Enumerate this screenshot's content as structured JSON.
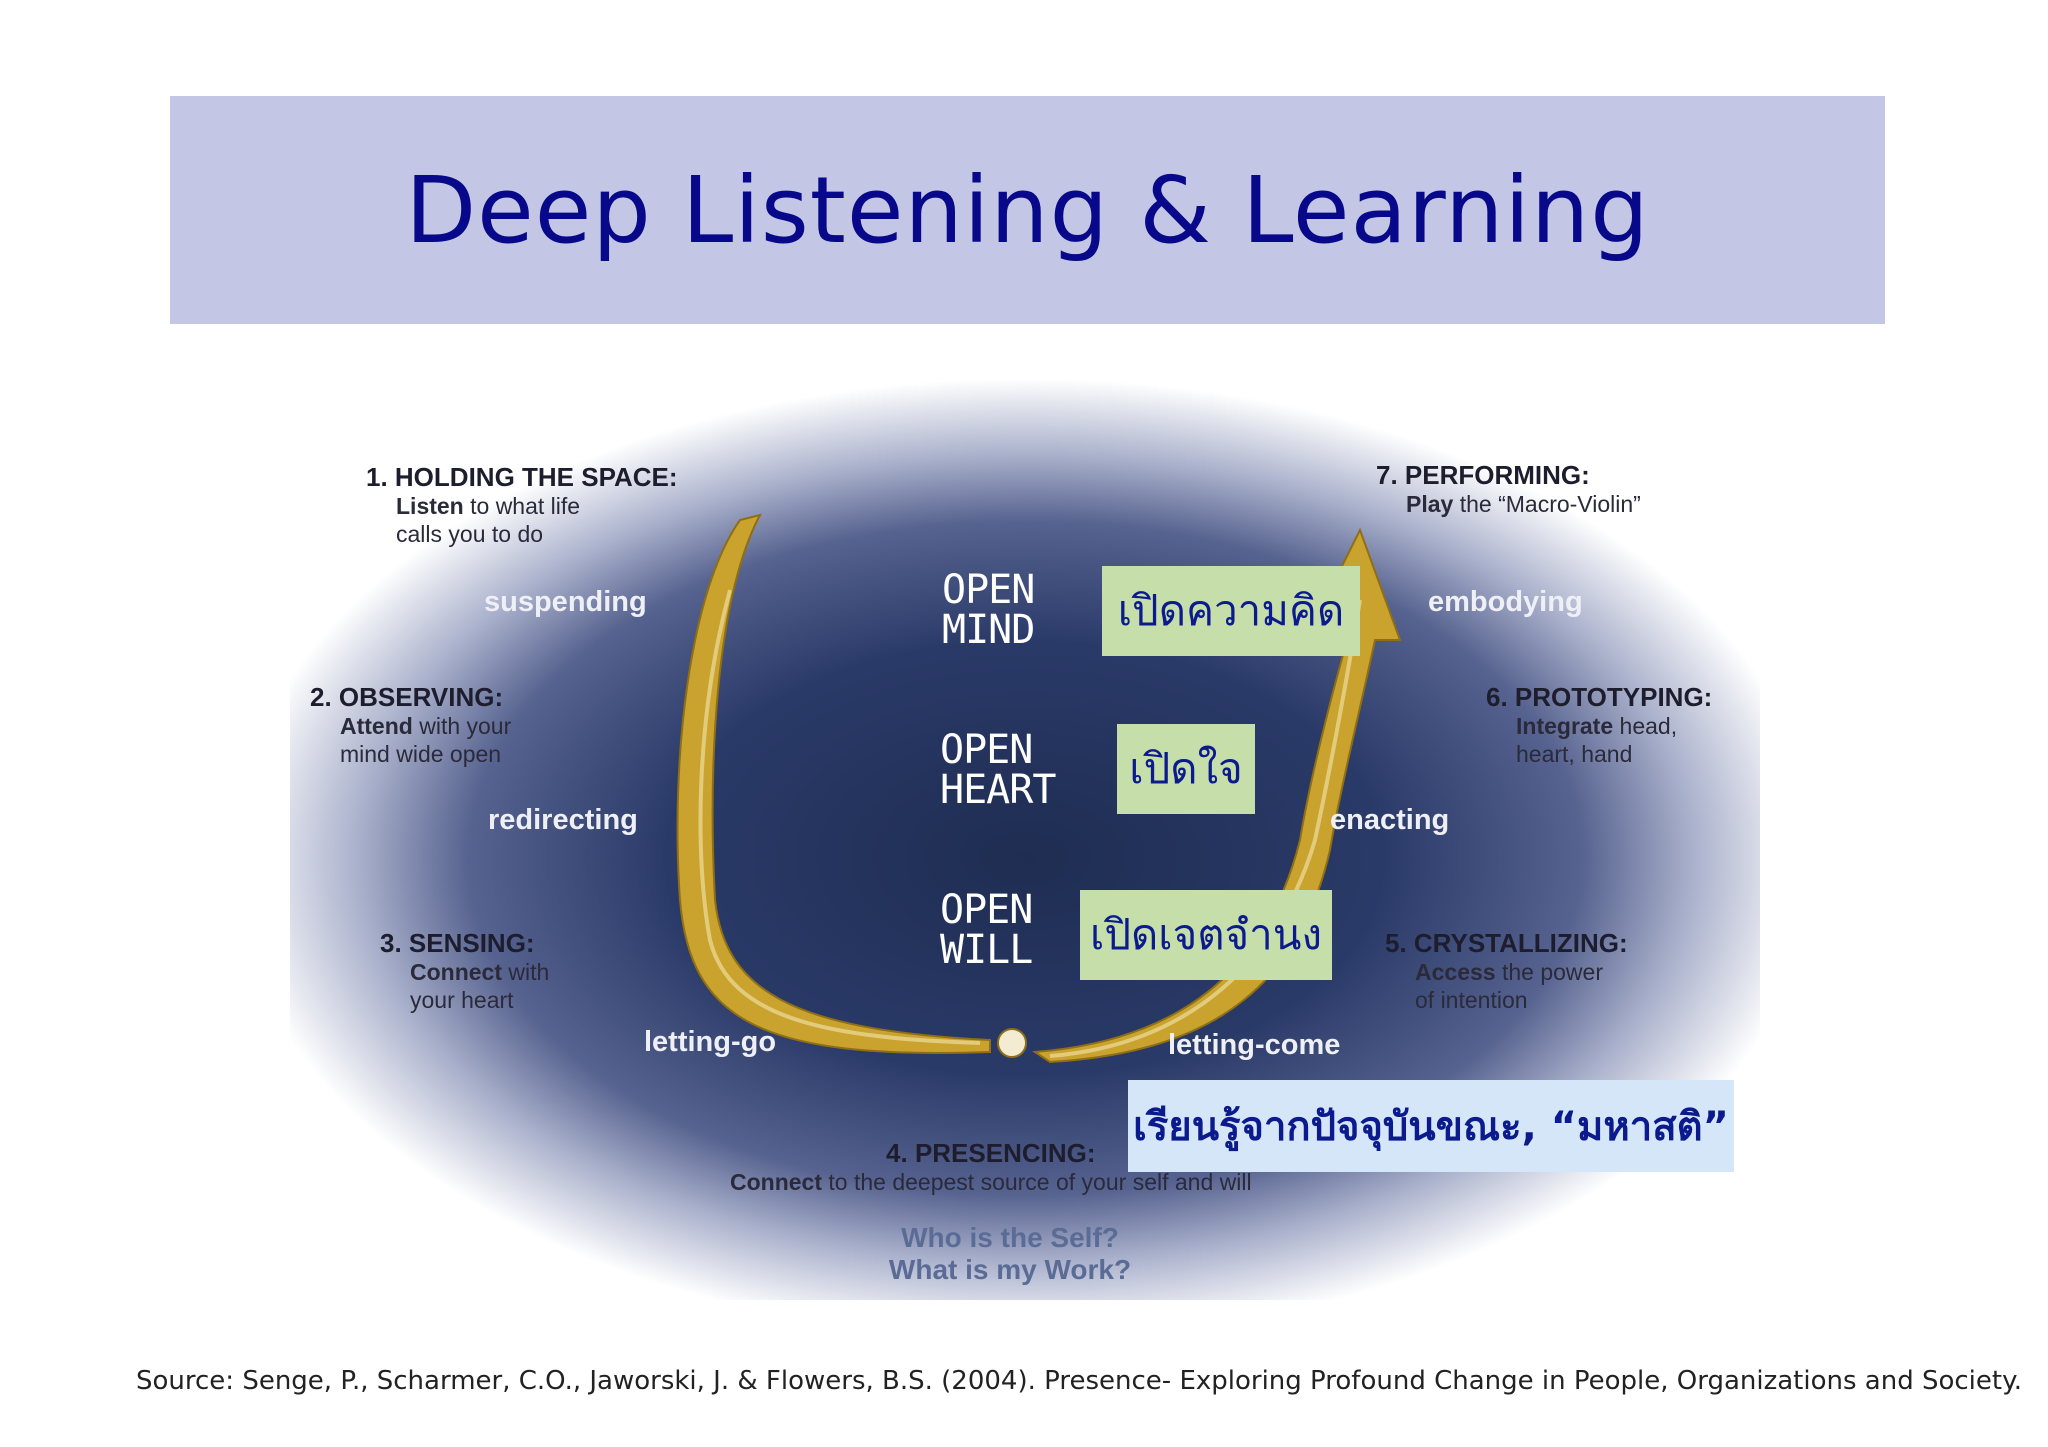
{
  "title": "Deep Listening & Learning",
  "steps": {
    "s1": {
      "title": "1. HOLDING THE SPACE:",
      "bold": "Listen",
      "rest1": " to what life",
      "line2": "calls you to do"
    },
    "s2": {
      "title": "2. OBSERVING:",
      "bold": "Attend",
      "rest1": " with your",
      "line2": "mind wide open"
    },
    "s3": {
      "title": "3. SENSING:",
      "bold": "Connect",
      "rest1": " with",
      "line2": "your heart"
    },
    "s4": {
      "title": "4. PRESENCING:",
      "bold": "Connect",
      "rest1": " to the deepest source of your self and will"
    },
    "s5": {
      "title": "5. CRYSTALLIZING:",
      "bold": "Access",
      "rest1": " the power",
      "line2": "of intention"
    },
    "s6": {
      "title": "6. PROTOTYPING:",
      "bold": "Integrate",
      "rest1": " head,",
      "line2": "heart, hand"
    },
    "s7": {
      "title": "7. PERFORMING:",
      "bold": "Play",
      "rest1": " the “Macro-Violin”"
    }
  },
  "processes": {
    "suspending": "suspending",
    "redirecting": "redirecting",
    "letting_go": "letting-go",
    "letting_come": "letting-come",
    "enacting": "enacting",
    "embodying": "embodying"
  },
  "open": {
    "mind": [
      "OPEN",
      "MIND"
    ],
    "heart": [
      "OPEN",
      "HEART"
    ],
    "will": [
      "OPEN",
      "WILL"
    ]
  },
  "thai": {
    "mind": "เปิดความคิด",
    "heart": "เปิดใจ",
    "will": "เปิดเจตจำนง",
    "present": "เรียนรู้จากปัจจุบันขณะ, “มหาสติ”"
  },
  "who": [
    "Who is the Self?",
    "What is my Work?"
  ],
  "source": "Source: Senge, P., Scharmer, C.O., Jaworski, J. & Flowers, B.S. (2004). Presence- Exploring Profound Change in People, Organizations and Society.",
  "colors": {
    "title": "#08088a",
    "band": "#c3c6e4",
    "arrow": "#c9a32e",
    "thai_box": "#c6deaa",
    "thai_big_box": "#d5e6f8"
  }
}
